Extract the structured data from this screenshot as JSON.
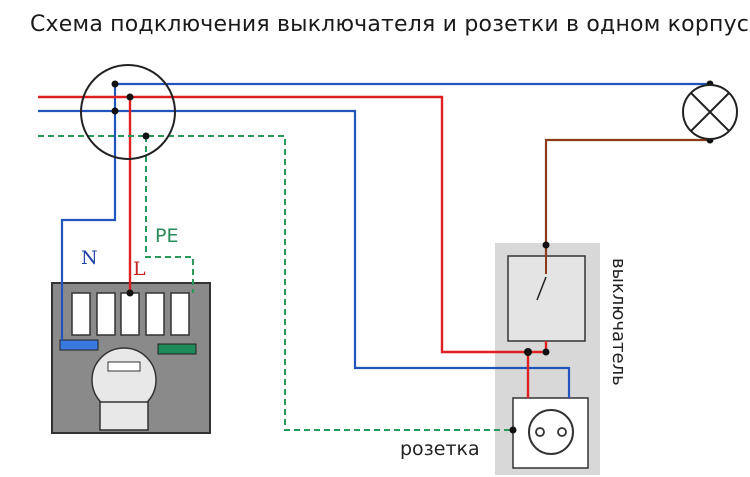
{
  "title": "Схема подключения выключателя и розетки в одном корпусе",
  "labels": {
    "neutral": "N",
    "line": "L",
    "ground": "PE",
    "switch": "выключатель",
    "socket": "розетка"
  },
  "colors": {
    "line_wire": "#e02020",
    "neutral_wire": "#2255bb",
    "ground_wire": "#2a9a5a",
    "lamp_wire": "#8b3a1a",
    "panel": "#8a8a8a",
    "box": "#d8d8d8",
    "n_label": "#1d3fa8",
    "l_label": "#c82020",
    "pe_label": "#2a8a5a"
  },
  "icons": {
    "junction_box": "junction-box-circle",
    "lamp": "lamp-cross-icon",
    "switch": "switch-icon",
    "socket": "socket-icon",
    "meter": "meter-icon"
  }
}
